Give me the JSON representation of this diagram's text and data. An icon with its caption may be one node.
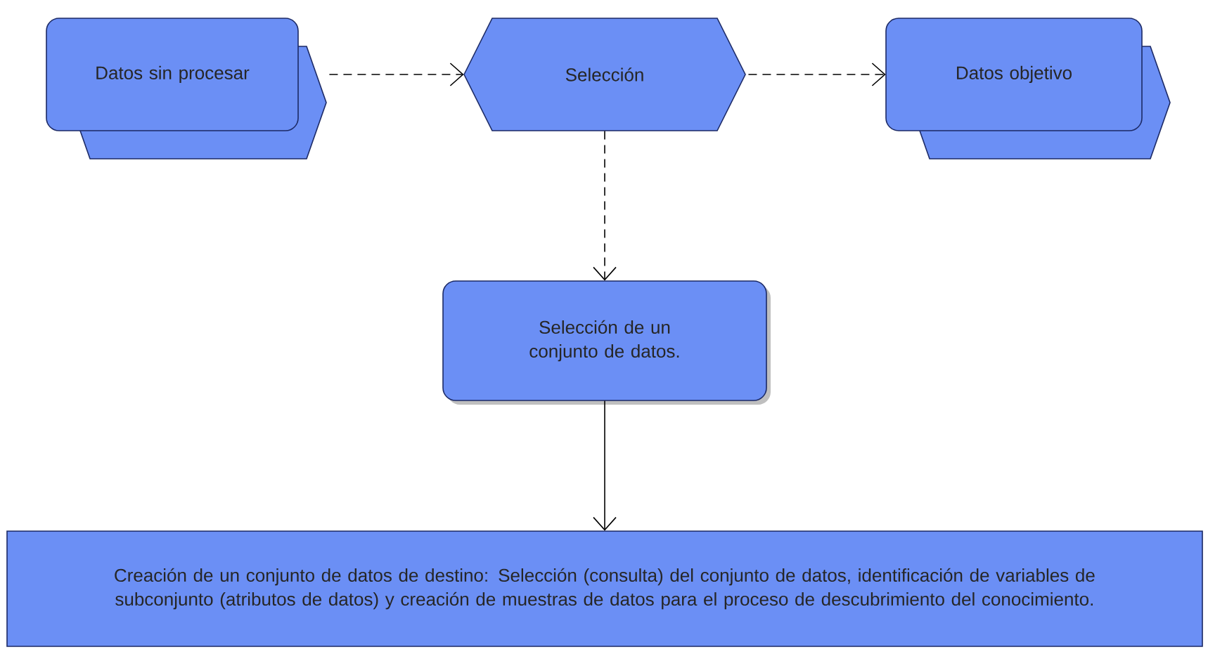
{
  "diagram": {
    "nodes": [
      {
        "text": [
          "Datos sin procesar"
        ]
      },
      {
        "text": [
          "Selección"
        ]
      },
      {
        "text": [
          "Datos objetivo"
        ]
      },
      {
        "text": [
          "Selección de un conjunto de datos."
        ]
      },
      {
        "text": [
          "Creación de un conjunto de datos de destino: Selección (consulta) del conjunto de datos, identificación de variables de subconjunto (atributos de datos) y creación de muestras de datos para el proceso de descubrimiento del conocimiento."
        ]
      }
    ],
    "edges": [
      {
        "from": 0,
        "to": 1,
        "arrow": "to",
        "style": "dashed"
      },
      {
        "from": 1,
        "to": 2,
        "arrow": "to",
        "style": "dashed"
      },
      {
        "from": 1,
        "to": 3,
        "arrow": "to",
        "style": "dashed"
      },
      {
        "from": 3,
        "to": 4,
        "arrow": "to"
      }
    ]
  }
}
